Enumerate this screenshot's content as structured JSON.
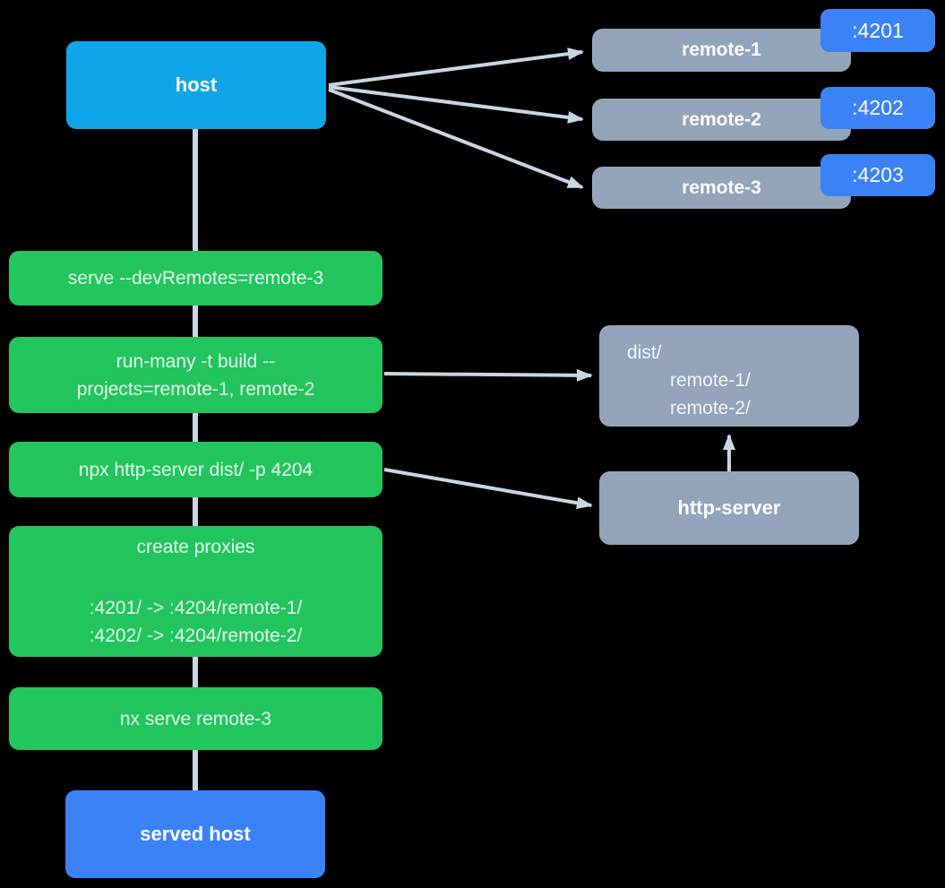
{
  "colors": {
    "background": "#000000",
    "host_box": "#0ea5e9",
    "command_box": "#22c55e",
    "remote_box": "#93a3ba",
    "port_badge": "#3b82f6",
    "served_host_box": "#3b82f6",
    "arrow": "#cbd5e1"
  },
  "nodes": {
    "host": {
      "label": "host"
    },
    "remotes": [
      {
        "label": "remote-1",
        "port": ":4201"
      },
      {
        "label": "remote-2",
        "port": ":4202"
      },
      {
        "label": "remote-3",
        "port": ":4203"
      }
    ],
    "commands": [
      {
        "text": "serve --devRemotes=remote-3"
      },
      {
        "line1": "run-many -t build --",
        "line2": "projects=remote-1, remote-2"
      },
      {
        "text": "npx http-server dist/ -p 4204"
      },
      {
        "title": "create proxies",
        "proxy1": ":4201/ -> :4204/remote-1/",
        "proxy2": ":4202/ -> :4204/remote-2/"
      },
      {
        "text": "nx serve remote-3"
      }
    ],
    "dist": {
      "line1": "dist/",
      "line2": "remote-1/",
      "line3": "remote-2/"
    },
    "http_server": {
      "label": "http-server"
    },
    "served_host": {
      "label": "served host"
    }
  },
  "edges": [
    {
      "from": "host",
      "to": "remote-1"
    },
    {
      "from": "host",
      "to": "remote-2"
    },
    {
      "from": "host",
      "to": "remote-3"
    },
    {
      "from": "run-many-command",
      "to": "dist"
    },
    {
      "from": "http-server-command",
      "to": "http-server"
    },
    {
      "from": "http-server",
      "to": "dist"
    },
    {
      "from": "host",
      "to": "served-host",
      "type": "trunk-line"
    }
  ]
}
